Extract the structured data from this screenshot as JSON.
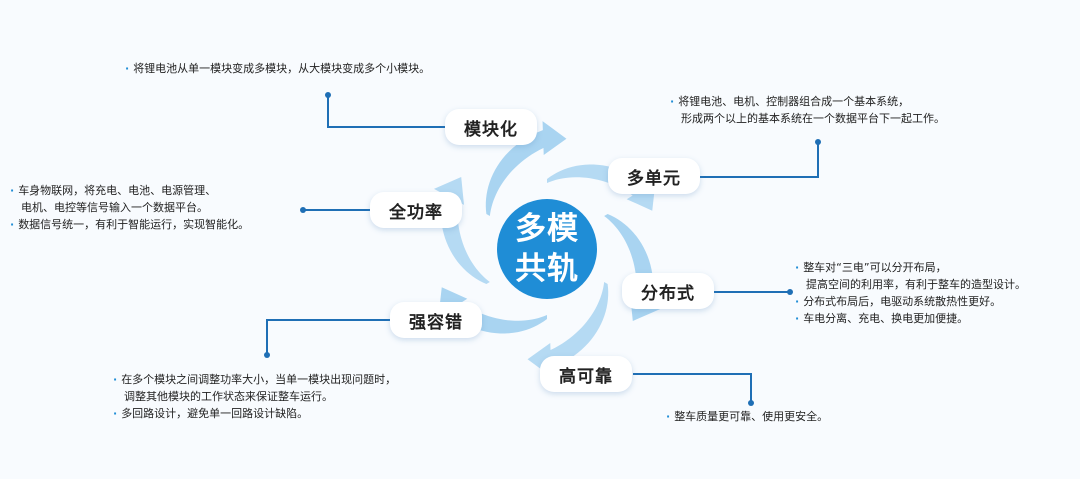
{
  "center": {
    "line1": "多模",
    "line2": "共轨"
  },
  "nodes": {
    "modular": "模块化",
    "multi_unit": "多单元",
    "distributed": "分布式",
    "reliability": "高可靠",
    "fault_tolerance": "强容错",
    "full_power": "全功率"
  },
  "descriptions": {
    "modular": [
      "将锂电池从单一模块变成多模块，从大模块变成多个小模块。"
    ],
    "multi_unit": [
      "将锂电池、电机、控制器组合成一个基本系统，",
      "形成两个以上的基本系统在一个数据平台下一起工作。"
    ],
    "distributed": [
      "整车对“三电”可以分开布局，",
      "提高空间的利用率，有利于整车的造型设计。",
      "分布式布局后，电驱动系统散热性更好。",
      "车电分离、充电、换电更加便捷。"
    ],
    "reliability": [
      "整车质量更可靠、使用更安全。"
    ],
    "fault_tolerance": [
      "在多个模块之间调整功率大小，当单一模块出现问题时，",
      "调整其他模块的工作状态来保证整车运行。",
      "多回路设计，避免单一回路设计缺陷。"
    ],
    "full_power": [
      "车身物联网，将充电、电池、电源管理、",
      "电机、电控等信号输入一个数据平台。",
      "数据信号统一，有利于智能运行，实现智能化。"
    ]
  },
  "colors": {
    "accent": "#1f8dd6",
    "arrow": "#a9d4f1",
    "line": "#1f6fb5"
  }
}
